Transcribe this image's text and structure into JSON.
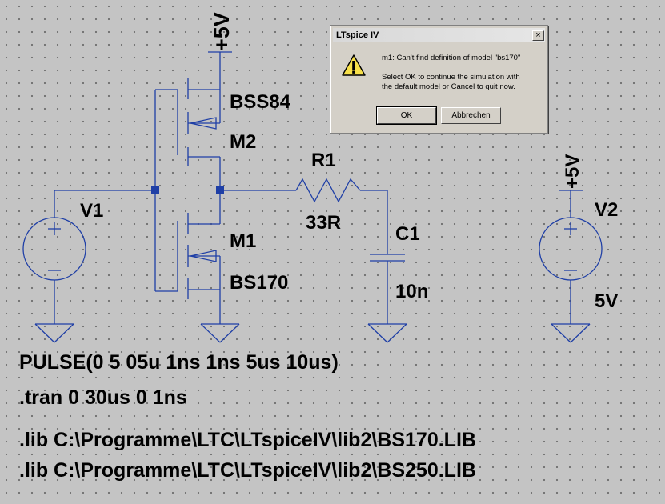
{
  "schematic": {
    "components": {
      "v1": {
        "name": "V1"
      },
      "v2": {
        "name": "V2",
        "value": "5V"
      },
      "m2": {
        "name": "M2",
        "model": "BSS84"
      },
      "m1": {
        "name": "M1",
        "model": "BS170"
      },
      "r1": {
        "name": "R1",
        "value": "33R"
      },
      "c1": {
        "name": "C1",
        "value": "10n"
      }
    },
    "supply_left": "+5V",
    "supply_right": "+5V"
  },
  "directives": [
    "PULSE(0 5 05u 1ns 1ns 5us 10us)",
    ".tran 0 30us 0 1ns",
    ".lib C:\\Programme\\LTC\\LTspiceIV\\lib2\\BS170.LIB",
    ".lib C:\\Programme\\LTC\\LTspiceIV\\lib2\\BS250.LIB"
  ],
  "dialog": {
    "title": "LTspice IV",
    "close_glyph": "×",
    "icon": "warning-icon",
    "message_line1": "m1: Can't find definition of model \"bs170\"",
    "message_line2a": "Select OK to continue the simulation with",
    "message_line2b": "the default model or Cancel to quit now.",
    "ok_label": "OK",
    "cancel_label": "Abbrechen"
  },
  "colors": {
    "wire": "#1f3fa6",
    "background": "#c4c4c4",
    "dialog_face": "#d4d0c8"
  }
}
